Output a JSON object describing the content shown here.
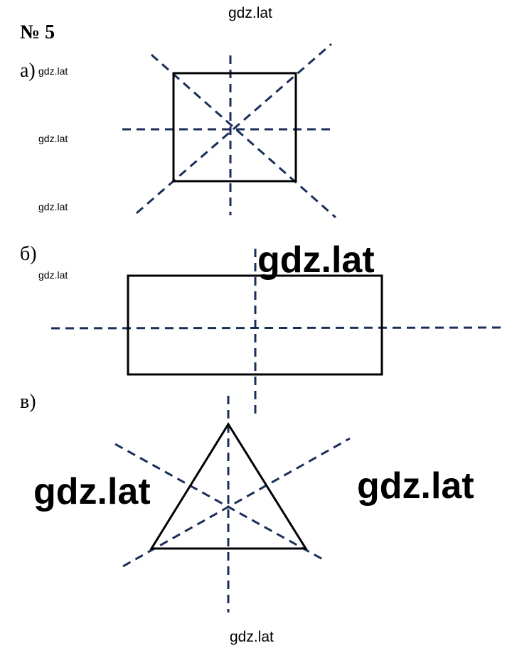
{
  "task_number": "№ 5",
  "labels": {
    "a": "а)",
    "b": "б)",
    "c": "в)"
  },
  "watermarks": {
    "top": "gdz.lat",
    "bottom": "gdz.lat",
    "small_1": "gdz.lat",
    "small_2": "gdz.lat",
    "small_3": "gdz.lat",
    "small_4": "gdz.lat",
    "big_1": "gdz.lat",
    "big_2": "gdz.lat",
    "big_3": "gdz.lat"
  },
  "colors": {
    "shape": "#000000",
    "axis": "#1a2e5a"
  }
}
